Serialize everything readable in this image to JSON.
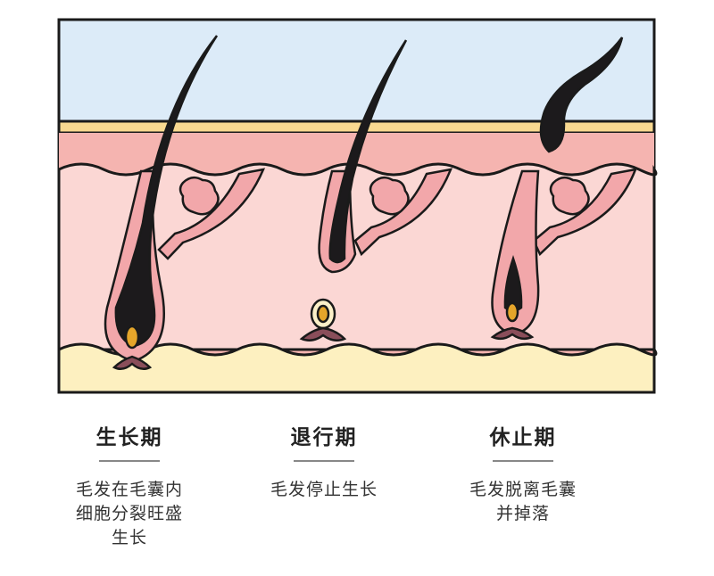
{
  "colors": {
    "sky": "#dcebf8",
    "stratum": "#f9d990",
    "epidermis": "#f5b4b0",
    "dermis": "#fbd7d4",
    "fat": "#fdf0c0",
    "follicle": "#f2a7aa",
    "hair": "#1c1a1c",
    "bulb": "#e5a52a"
  },
  "stages": [
    {
      "title": "生长期",
      "desc_lines": [
        "毛发在毛囊内",
        "细胞分裂旺盛",
        "生长"
      ]
    },
    {
      "title": "退行期",
      "desc_lines": [
        "毛发停止生长"
      ]
    },
    {
      "title": "休止期",
      "desc_lines": [
        "毛发脱离毛囊",
        "并掉落"
      ]
    }
  ]
}
